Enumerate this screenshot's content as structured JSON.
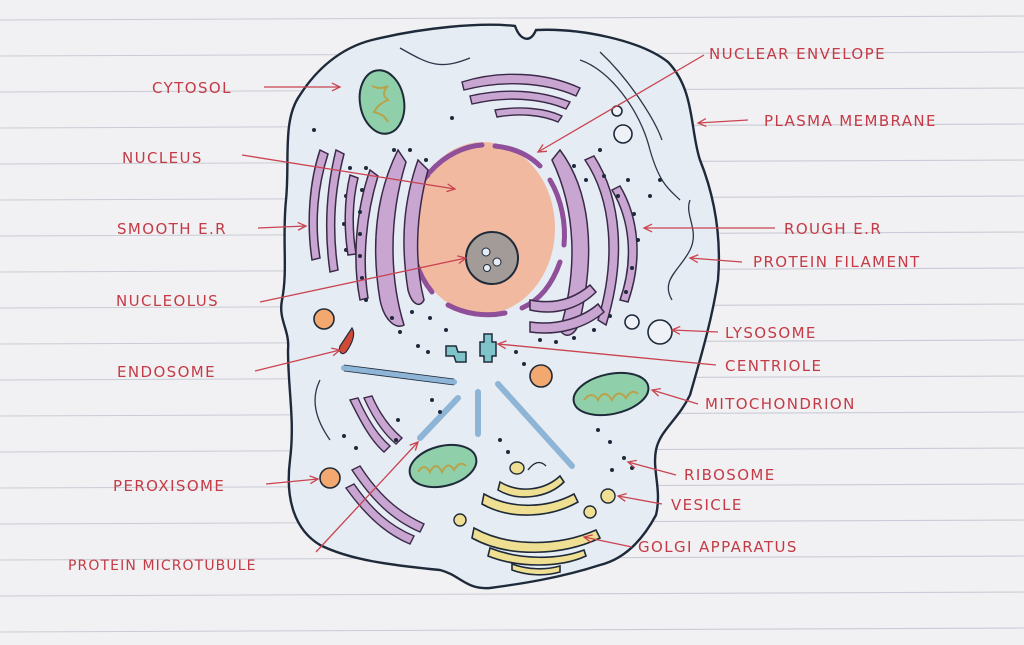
{
  "labels": {
    "cytosol": "CYTOSOL",
    "nucleus": "NUCLEUS",
    "smooth_er": "SMOOTH E.R",
    "nucleolus": "NUCLEOLUS",
    "endosome": "ENDOSOME",
    "peroxisome": "PEROXISOME",
    "protein_microtubule": "PROTEIN MICROTUBULE",
    "nuclear_envelope": "NUCLEAR ENVELOPE",
    "plasma_membrane": "PLASMA MEMBRANE",
    "rough_er": "ROUGH E.R",
    "protein_filament": "PROTEIN FILAMENT",
    "lysosome": "LYSOSOME",
    "centriole": "CENTRIOLE",
    "mitochondrion": "MITOCHONDRION",
    "ribosome": "RIBOSOME",
    "vesicle": "VESICLE",
    "golgi_apparatus": "GOLGI APPARATUS"
  },
  "colors": {
    "paper": "#f1f1f3",
    "ruled_line": "#c9ccd6",
    "label_red": "#c43a46",
    "cell_fill": "#e6ecf3",
    "outline": "#1e2a3a",
    "nucleus_fill": "#f2b9a1",
    "er_purple": "#c9a6d2",
    "mito_green": "#8fcfa9",
    "orange_body": "#f2a86e",
    "golgi_yellow": "#eedf93",
    "microtubule_blue": "#8eb4d6",
    "centriole_teal": "#7fc4c8"
  }
}
